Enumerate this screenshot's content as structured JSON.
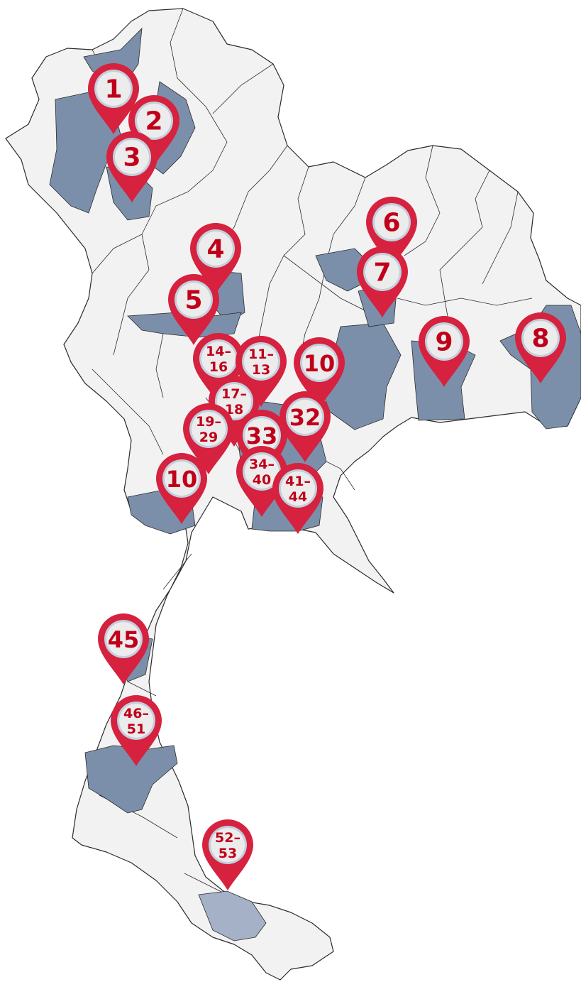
{
  "map": {
    "colors": {
      "land": "#f2f2f2",
      "border": "#2b2b2b",
      "highlight": "#7b8faa",
      "highlight_light": "#a4b1c6",
      "pin_outer": "#d6213f",
      "pin_ring": "#c2cfdc",
      "pin_inner": "#ececec",
      "pin_text": "#c0001a"
    },
    "markers": [
      {
        "id": "m1",
        "label": "1"
      },
      {
        "id": "m2",
        "label": "2"
      },
      {
        "id": "m3",
        "label": "3"
      },
      {
        "id": "m4",
        "label": "4"
      },
      {
        "id": "m5",
        "label": "5"
      },
      {
        "id": "m6",
        "label": "6"
      },
      {
        "id": "m7",
        "label": "7"
      },
      {
        "id": "m8",
        "label": "8"
      },
      {
        "id": "m9",
        "label": "9"
      },
      {
        "id": "m10a",
        "label": "10"
      },
      {
        "id": "m14",
        "label": "14–16"
      },
      {
        "id": "m11",
        "label": "11–13"
      },
      {
        "id": "m17",
        "label": "17–18"
      },
      {
        "id": "m19",
        "label": "19–29"
      },
      {
        "id": "m32",
        "label": "32"
      },
      {
        "id": "m33",
        "label": "33"
      },
      {
        "id": "m10b",
        "label": "10"
      },
      {
        "id": "m34",
        "label": "34–40"
      },
      {
        "id": "m41",
        "label": "41–44"
      },
      {
        "id": "m45",
        "label": "45"
      },
      {
        "id": "m46",
        "label": "46–51"
      },
      {
        "id": "m52",
        "label": "52–53"
      }
    ]
  }
}
